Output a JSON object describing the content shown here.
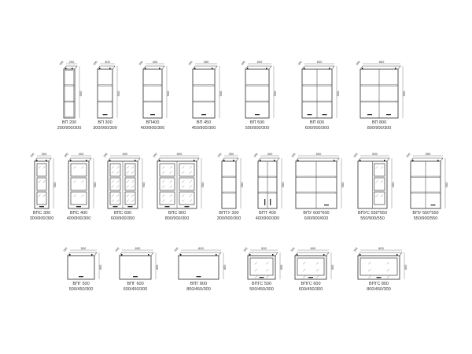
{
  "title": "Wall cabinets catalog",
  "rows": [
    {
      "items": [
        {
          "name": "ВП 200",
          "size": "200/900/300",
          "w": "200",
          "h": "900",
          "d": "300"
        },
        {
          "name": "ВП 300",
          "size": "300/900/300",
          "w": "300",
          "h": "900",
          "d": "300"
        },
        {
          "name": "ВП400",
          "size": "400/900/300",
          "w": "400",
          "h": "900",
          "d": "300"
        },
        {
          "name": "ВП 450",
          "size": "450/900/300",
          "w": "450",
          "h": "900",
          "d": "300"
        },
        {
          "name": "ВП 500",
          "size": "500/900/300",
          "w": "500",
          "h": "900",
          "d": "300"
        },
        {
          "name": "ВП 600",
          "size": "600/900/300",
          "w": "600",
          "h": "900",
          "d": "300"
        },
        {
          "name": "ВП 800",
          "size": "800/900/300",
          "w": "800",
          "h": "900",
          "d": "300"
        }
      ]
    },
    {
      "items": [
        {
          "name": "ВПС 300",
          "size": "300/900/300",
          "w": "300",
          "h": "900",
          "d": "300"
        },
        {
          "name": "ВПС 400",
          "size": "400/900/300",
          "w": "400",
          "h": "900",
          "d": "300"
        },
        {
          "name": "ВПС 600",
          "size": "600/900/300",
          "w": "600",
          "h": "900",
          "d": "300"
        },
        {
          "name": "ВПС 800",
          "size": "800/900/300",
          "w": "800",
          "h": "900",
          "d": "300"
        },
        {
          "name": "ВПТУ 300",
          "size": "300/900/300",
          "w": "300",
          "h": "900",
          "d": "300"
        },
        {
          "name": "ВПТ 400",
          "size": "400/900/300",
          "w": "400",
          "h": "900",
          "d": "300"
        },
        {
          "name": "ВПУ 600*600",
          "size": "600/900/600",
          "w": "600",
          "h": "900",
          "d": "600"
        },
        {
          "name": "ВПУС 550*550",
          "size": "550/900/550",
          "w": "550",
          "h": "900",
          "d": "550"
        },
        {
          "name": "ВПУ 550*550",
          "size": "550/900/550",
          "w": "550",
          "h": "900",
          "d": "550"
        }
      ]
    },
    {
      "items": [
        {
          "name": "ВПГ 500",
          "size": "500/450/300",
          "w": "500",
          "h": "450",
          "d": "300"
        },
        {
          "name": "ВПГ 600",
          "size": "600/450/300",
          "w": "600",
          "h": "450",
          "d": "300"
        },
        {
          "name": "ВПГ 800",
          "size": "800/450/300",
          "w": "800",
          "h": "450",
          "d": "300"
        },
        {
          "name": "ВПГС 500",
          "size": "500/450/300",
          "w": "500",
          "h": "450",
          "d": "300"
        },
        {
          "name": "ВПГС 600",
          "size": "600/450/300",
          "w": "600",
          "h": "450",
          "d": "300"
        },
        {
          "name": "ВПГС 800",
          "size": "800/450/300",
          "w": "800",
          "h": "450",
          "d": "300"
        }
      ]
    }
  ]
}
